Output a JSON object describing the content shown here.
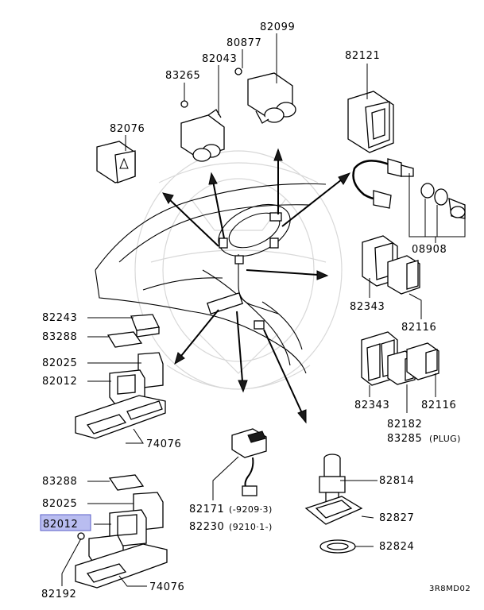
{
  "labels": {
    "l82099": "82099",
    "l80877": "80877",
    "l82043": "82043",
    "l83265": "83265",
    "l82076": "82076",
    "l82121": "82121",
    "l08908": "08908",
    "l82343a": "82343",
    "l82116a": "82116",
    "l82343b": "82343",
    "l82116b": "82116",
    "l82182": "82182",
    "l83285": "83285",
    "l83285_note": "(PLUG)",
    "l82243": "82243",
    "l83288a": "83288",
    "l82025a": "82025",
    "l82012a": "82012",
    "l74076a": "74076",
    "l83288b": "83288",
    "l82025b": "82025",
    "l82012b": "82012",
    "l82192": "82192",
    "l74076b": "74076",
    "l82171": "82171",
    "l82171_note": "(-9209·3)",
    "l82230": "82230",
    "l82230_note": "(9210·1-)",
    "l82814": "82814",
    "l82827": "82827",
    "l82824": "82824"
  },
  "diagram_code": "3R8MD02",
  "highlight": {
    "part": "82012",
    "color": "#b9bdf0"
  }
}
